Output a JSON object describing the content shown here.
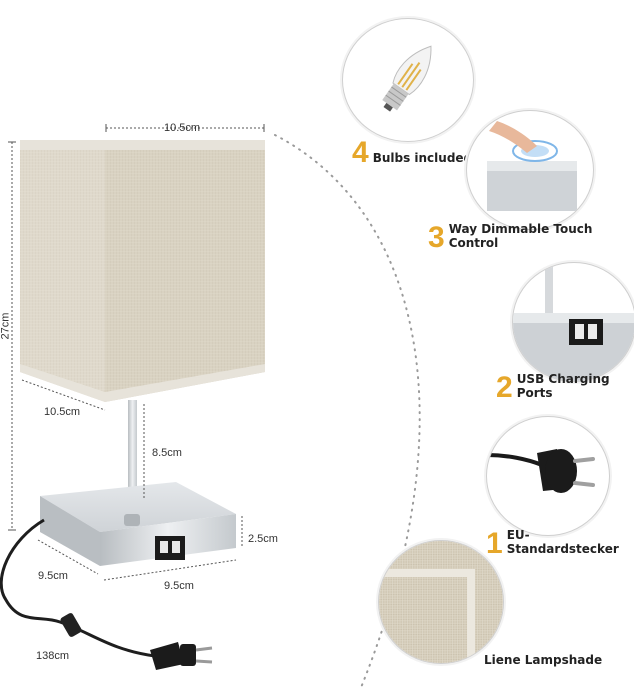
{
  "dimensions": {
    "shade_width": "10.5cm",
    "lamp_height": "27cm",
    "shade_depth": "10.5cm",
    "stem_height": "8.5cm",
    "base_height": "2.5cm",
    "base_depth": "9.5cm",
    "base_width": "9.5cm",
    "cable_length": "138cm"
  },
  "features": [
    {
      "number": "4",
      "label": "Bulbs included",
      "icon": "led-bulb-icon"
    },
    {
      "number": "3",
      "label": "Way Dimmable Touch Control",
      "icon": "touch-control-icon"
    },
    {
      "number": "2",
      "label": "USB Charging Ports",
      "icon": "usb-ports-icon"
    },
    {
      "number": "1",
      "label": "EU-Standardstecker",
      "icon": "eu-plug-icon"
    },
    {
      "number": "",
      "label": "Liene Lampshade",
      "icon": "linen-shade-icon"
    }
  ],
  "colors": {
    "accent_number": "#e6a72a",
    "linen": "#d6cfbf",
    "metal": "#cfd3d6"
  }
}
